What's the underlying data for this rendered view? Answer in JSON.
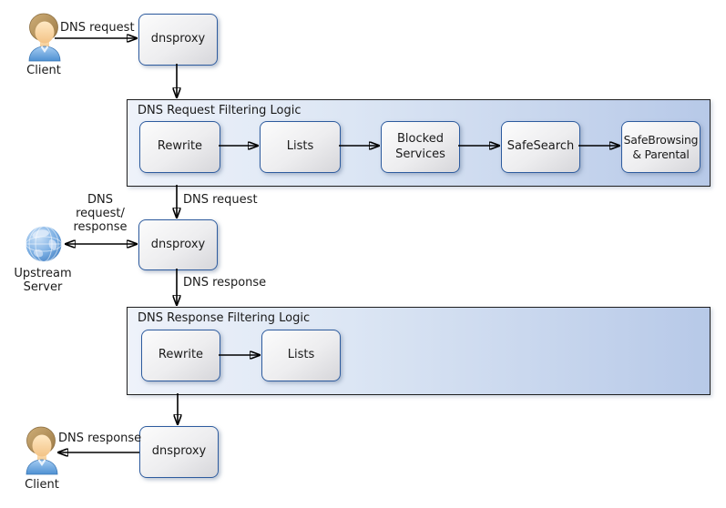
{
  "diagram": {
    "actors": {
      "client_top": {
        "label": "Client"
      },
      "upstream": {
        "label": "Upstream\nServer"
      },
      "client_bottom": {
        "label": "Client"
      }
    },
    "nodes": {
      "dnsproxy_top": "dnsproxy",
      "dnsproxy_middle": "dnsproxy",
      "dnsproxy_bottom": "dnsproxy"
    },
    "containers": {
      "request": {
        "title": "DNS Request Filtering Logic",
        "steps": [
          "Rewrite",
          "Lists",
          "Blocked\nServices",
          "SafeSearch",
          "SafeBrowsing\n& Parental"
        ]
      },
      "response": {
        "title": "DNS Response Filtering Logic",
        "steps": [
          "Rewrite",
          "Lists"
        ]
      }
    },
    "edge_labels": {
      "client_to_proxy": "DNS request",
      "group_to_proxy": "DNS request",
      "upstream_link": "DNS\nrequest/\nresponse",
      "proxy_to_group": "DNS response",
      "proxy_to_client": "DNS response"
    },
    "colors": {
      "node_border": "#2d5b9e",
      "node_fill_light": "#fcfcfc",
      "node_fill_dark": "#d6d6da",
      "group_fill_left": "#eef2fa",
      "group_fill_right": "#b7c9e8",
      "group_border": "#1f1f1f",
      "arrow": "#000000",
      "globe_blue": "#4a8fd4",
      "person_shirt": "#5b9bd5",
      "person_hair": "#b2905e",
      "person_skin": "#fcd9a4"
    }
  }
}
